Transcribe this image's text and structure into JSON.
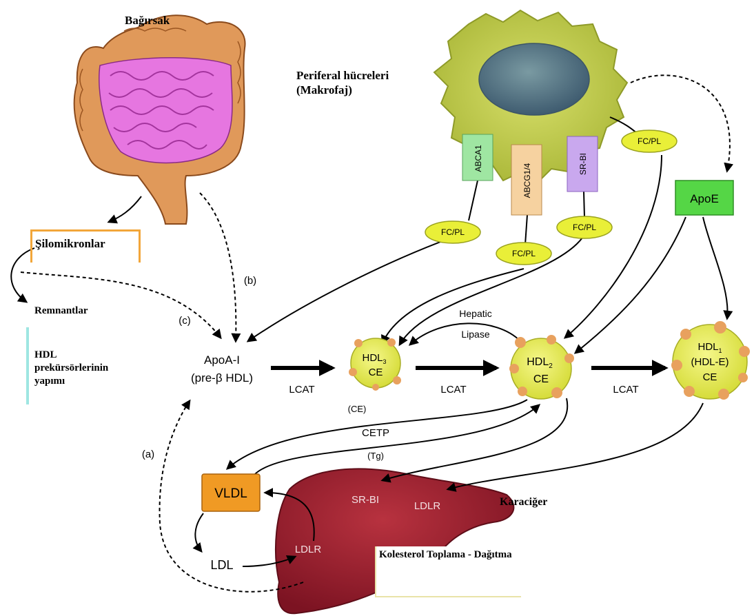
{
  "labels": {
    "intestine": "Bağırsak",
    "peripheral_cells": "Periferal hücreleri",
    "macrophage": "(Makrofaj)",
    "liver": "Karaciğer",
    "chylomicrons": "Şilomikronlar",
    "remnants": "Remnantlar",
    "hdl_precursors_line1": "HDL",
    "hdl_precursors_line2": "prekürsörlerinin",
    "hdl_precursors_line3": "yapımı",
    "cholesterol_box": "Kolesterol Toplama - Dağıtma"
  },
  "transporters": {
    "abca1": "ABCA1",
    "abcg14": "ABCG1/4",
    "srbi": "SR-BI"
  },
  "fcpl": "FC/PL",
  "apoe": "ApoE",
  "apoai_line1": "ApoA-I",
  "apoai_line2": "(pre-β HDL)",
  "hdl3_line1": "HDL",
  "hdl3_sub": "3",
  "hdl3_line2": "CE",
  "hdl2_line1": "HDL",
  "hdl2_sub": "2",
  "hdl2_line2": "CE",
  "hdl1_line1": "HDL",
  "hdl1_sub": "1",
  "hdl1_line2": "(HDL-E)",
  "hdl1_line3": "CE",
  "lcat": "LCAT",
  "hepatic_line1": "Hepatic",
  "hepatic_line2": "Lipase",
  "ce_paren": "(CE)",
  "cetp": "CETP",
  "tg_paren": "(Tg)",
  "vldl": "VLDL",
  "ldl": "LDL",
  "ldlr": "LDLR",
  "srbi_liver": "SR-BI",
  "path_a": "(a)",
  "path_b": "(b)",
  "path_c": "(c)",
  "colors": {
    "cell": "#c9d44a",
    "nucleus": "#5f7f8a",
    "intestine_outer": "#e0995a",
    "intestine_inner": "#e676e0",
    "liver": "#a21e2e",
    "particle": "#e9ef58",
    "apoe_box": "#55d646",
    "vldl_box": "#f09a24",
    "abca1_box": "#9fe6a2",
    "abcg_box": "#f6d2a0",
    "srbi_box": "#c9a8ee"
  }
}
